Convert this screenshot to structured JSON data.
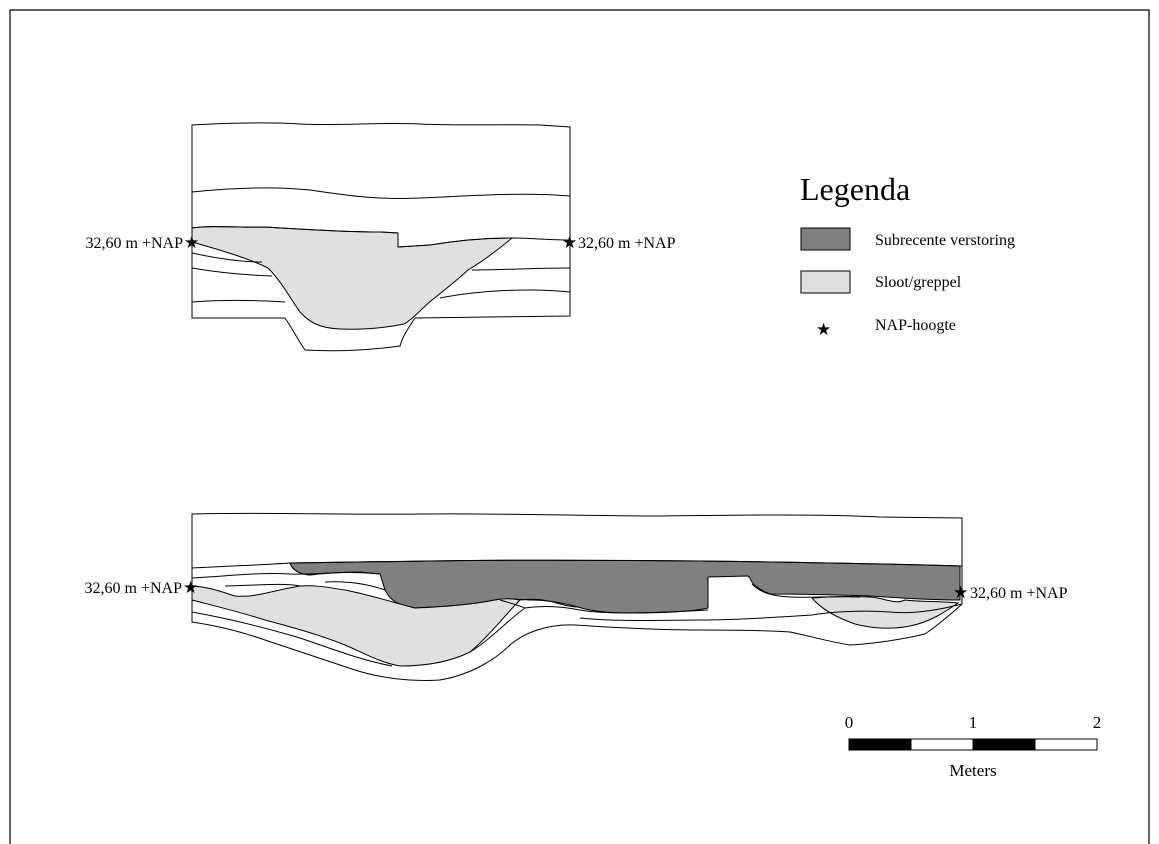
{
  "colors": {
    "subrecente_verstoring": "#808080",
    "sloot_greppel": "#e0e0e0",
    "line": "#000000",
    "background": "#ffffff"
  },
  "profile_top": {
    "left_label": "32,60 m +NAP",
    "right_label": "32,60 m +NAP"
  },
  "profile_bottom": {
    "left_label": "32,60 m +NAP",
    "right_label": "32,60 m +NAP"
  },
  "legend": {
    "title": "Legenda",
    "items": [
      {
        "label": "Subrecente verstoring",
        "symbol": "swatch-dark"
      },
      {
        "label": "Sloot/greppel",
        "symbol": "swatch-light"
      },
      {
        "label": "NAP-hoogte",
        "symbol": "star-icon"
      }
    ]
  },
  "scale_bar": {
    "ticks": [
      "0",
      "1",
      "2"
    ],
    "unit": "Meters",
    "segments": 4
  }
}
